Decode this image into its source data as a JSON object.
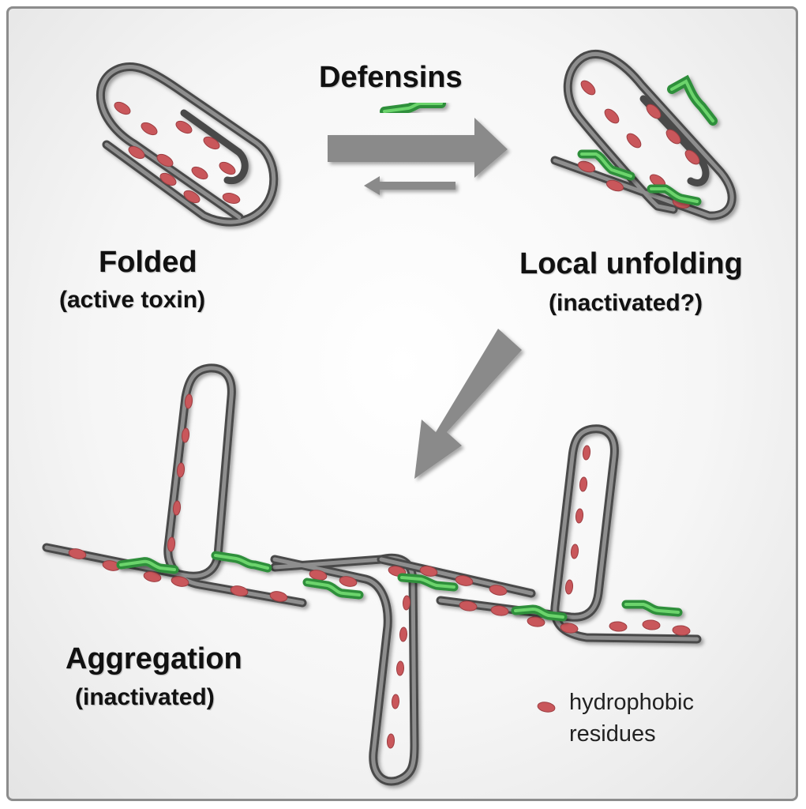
{
  "labels": {
    "defensins": "Defensins",
    "folded": "Folded",
    "folded_sub": "(active toxin)",
    "local_unfolding": "Local unfolding",
    "local_unfolding_sub": "(inactivated?)",
    "aggregation": "Aggregation",
    "aggregation_sub": "(inactivated)"
  },
  "legend": {
    "line1": "hydrophobic",
    "line2": "residues"
  },
  "colors": {
    "strand": "#6b6b6b",
    "strand_highlight": "#9a9a9a",
    "residue": "#c9575b",
    "defensin": "#2f8f3a",
    "defensin_light": "#5cc45f",
    "arrow": "#8a8a8a"
  }
}
